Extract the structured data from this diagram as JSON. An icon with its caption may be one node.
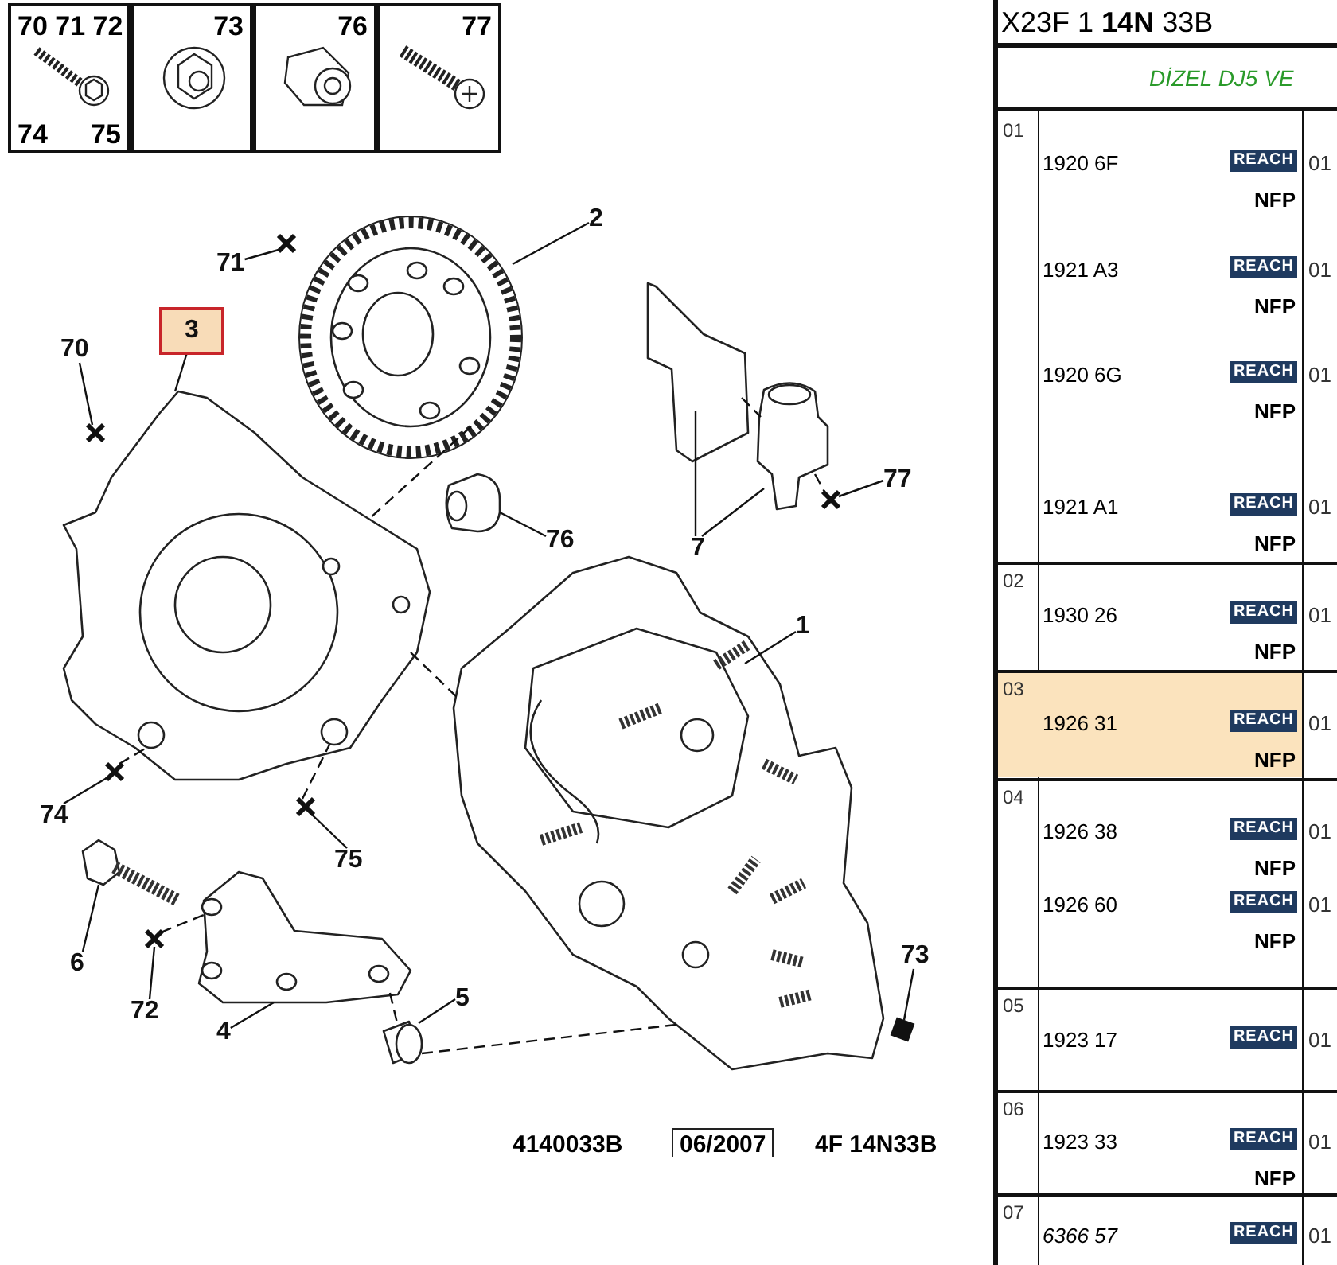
{
  "diagram": {
    "nodes": [
      {
        "text": [
          "70 71 72",
          "74",
          "75"
        ]
      },
      {
        "text": [
          "73"
        ]
      },
      {
        "text": [
          "76"
        ]
      },
      {
        "text": [
          "77"
        ]
      },
      {
        "text": [
          "71"
        ]
      },
      {
        "text": [
          "2"
        ]
      },
      {
        "text": [
          "3"
        ]
      },
      {
        "text": [
          "70"
        ]
      },
      {
        "text": [
          "77"
        ]
      },
      {
        "text": [
          "76"
        ]
      },
      {
        "text": [
          "7"
        ]
      },
      {
        "text": [
          "1"
        ]
      },
      {
        "text": [
          "74"
        ]
      },
      {
        "text": [
          "75"
        ]
      },
      {
        "text": [
          "6"
        ]
      },
      {
        "text": [
          "72"
        ]
      },
      {
        "text": [
          "5"
        ]
      },
      {
        "text": [
          "4"
        ]
      },
      {
        "text": [
          "73"
        ]
      },
      {
        "text": [],
        "shape": "picture"
      },
      {
        "text": [],
        "shape": "picture"
      },
      {
        "text": [],
        "shape": "picture"
      },
      {
        "text": [],
        "shape": "picture"
      },
      {
        "text": [],
        "shape": "picture"
      },
      {
        "text": [],
        "shape": "picture"
      },
      {
        "text": [],
        "shape": "picture"
      },
      {
        "text": [],
        "shape": "picture"
      },
      {
        "text": [],
        "shape": "picture"
      },
      {
        "text": [],
        "shape": "box"
      },
      {
        "text": [],
        "shape": "cross"
      },
      {
        "text": [],
        "shape": "cross"
      },
      {
        "text": [],
        "shape": "cross"
      },
      {
        "text": [],
        "shape": "cross"
      },
      {
        "text": [],
        "shape": "cross"
      },
      {
        "text": [],
        "shape": "cross"
      }
    ],
    "edges": [
      {
        "from": 4,
        "to": 29,
        "arrow": "none"
      },
      {
        "from": 5,
        "to": 19,
        "arrow": "none"
      },
      {
        "from": 6,
        "to": 20,
        "arrow": "none"
      },
      {
        "from": 7,
        "to": 30,
        "arrow": "none"
      },
      {
        "from": 8,
        "to": 31,
        "arrow": "none"
      },
      {
        "from": 9,
        "to": 21,
        "arrow": "none"
      },
      {
        "from": 10,
        "to": 22,
        "arrow": "none"
      },
      {
        "from": 10,
        "to": 23,
        "arrow": "none"
      },
      {
        "from": 11,
        "to": 24,
        "arrow": "none"
      },
      {
        "from": 12,
        "to": 32,
        "arrow": "none"
      },
      {
        "from": 13,
        "to": 33,
        "arrow": "none"
      },
      {
        "from": 14,
        "to": 25,
        "arrow": "none"
      },
      {
        "from": 15,
        "to": 34,
        "arrow": "none"
      },
      {
        "from": 16,
        "to": 27,
        "arrow": "none"
      },
      {
        "from": 17,
        "to": 26,
        "arrow": "none"
      },
      {
        "from": 18,
        "to": 28,
        "arrow": "none"
      },
      {
        "from": 19,
        "to": 20,
        "arrow": "none",
        "style": "dashed"
      },
      {
        "from": 20,
        "to": 24,
        "arrow": "none",
        "style": "dashed"
      },
      {
        "from": 32,
        "to": 20,
        "arrow": "none",
        "style": "dashed"
      },
      {
        "from": 33,
        "to": 20,
        "arrow": "none",
        "style": "dashed"
      },
      {
        "from": 34,
        "to": 26,
        "arrow": "none",
        "style": "dashed"
      },
      {
        "from": 26,
        "to": 27,
        "arrow": "none",
        "style": "dashed"
      },
      {
        "from": 27,
        "to": 24,
        "arrow": "none",
        "style": "dashed"
      },
      {
        "from": 22,
        "to": 23,
        "arrow": "none",
        "style": "dashed"
      },
      {
        "from": 23,
        "to": 31,
        "arrow": "none",
        "style": "dashed"
      }
    ],
    "labels": [
      "X23F 1 **14N** 33B",
      "DİZEL DJ5 VE",
      "01",
      "1920 6F",
      "REACH",
      "01",
      "NFP",
      "1921 A3",
      "REACH",
      "01",
      "NFP",
      "1920 6G",
      "REACH",
      "01",
      "NFP",
      "1921 A1",
      "REACH",
      "01",
      "NFP",
      "02",
      "1930 26",
      "REACH",
      "01",
      "NFP",
      "03",
      "1926 31",
      "REACH",
      "01",
      "NFP",
      "04",
      "1926 38",
      "REACH",
      "01",
      "NFP",
      "1926 60",
      "REACH",
      "01",
      "NFP",
      "05",
      "1923 17",
      "REACH",
      "01",
      "06",
      "1923 33",
      "REACH",
      "01",
      "NFP",
      "07",
      "6366 57",
      "REACH",
      "01",
      "4140033B",
      "06/2007",
      "4F 14N33B"
    ]
  }
}
